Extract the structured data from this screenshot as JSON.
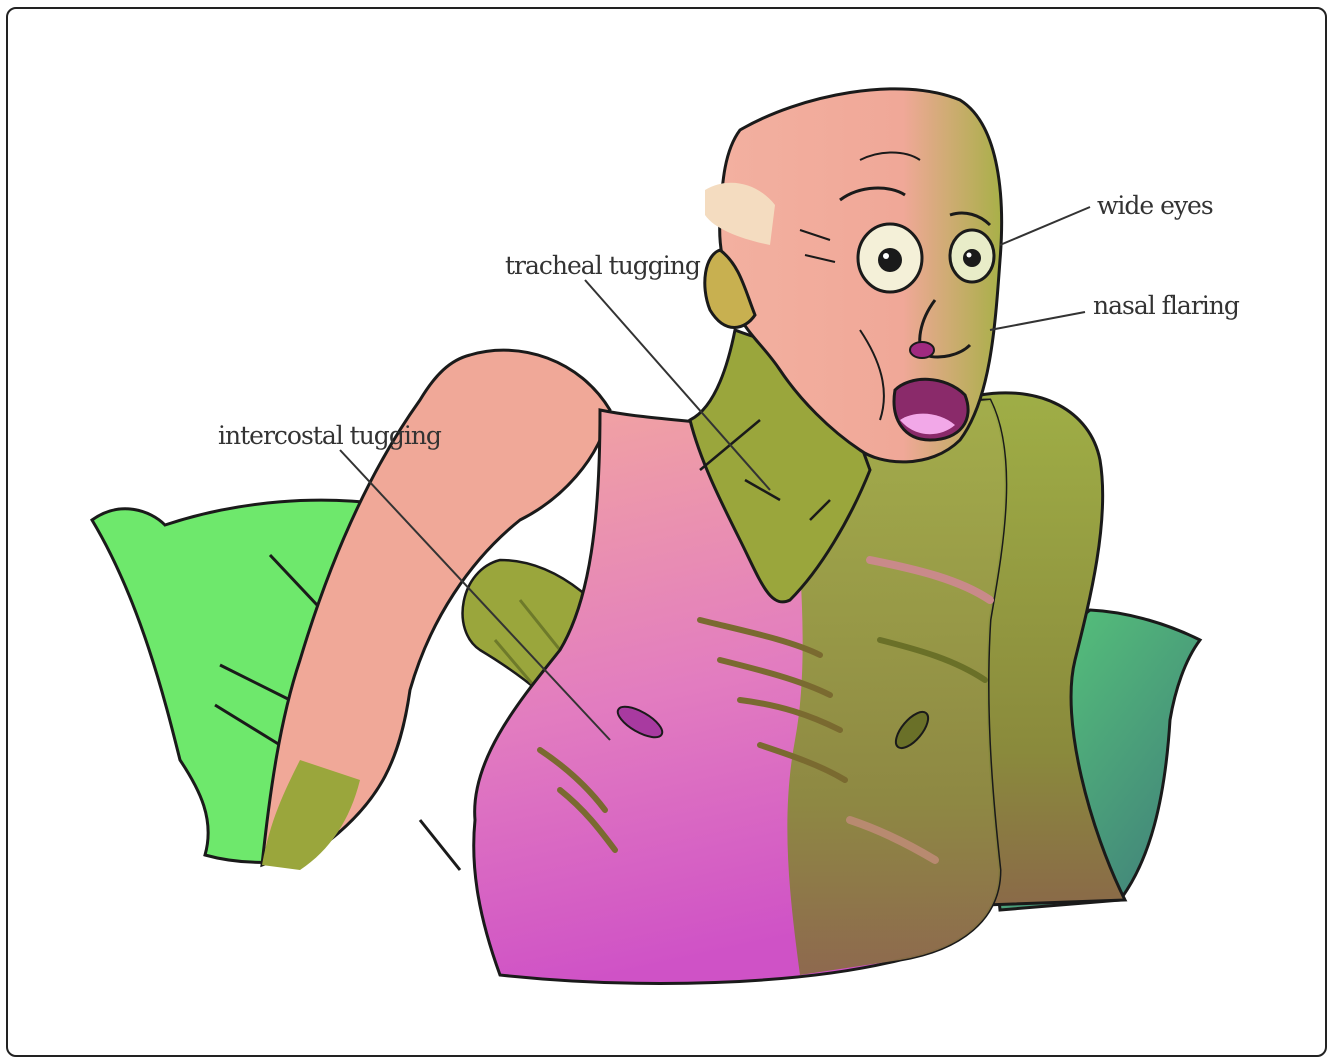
{
  "diagram": {
    "labels": {
      "wide_eyes": "wide eyes",
      "nasal_flaring": "nasal flaring",
      "tracheal_tugging": "tracheal tugging",
      "intercostal_tugging": "intercostal tugging"
    },
    "colors": {
      "skin_pink": "#f0a898",
      "skin_green": "#9aa63c",
      "chest_magenta": "#d660c0",
      "pillow_light": "#6de86a",
      "pillow_teal": "#4a9a7a",
      "outline": "#1a1a1a"
    }
  }
}
